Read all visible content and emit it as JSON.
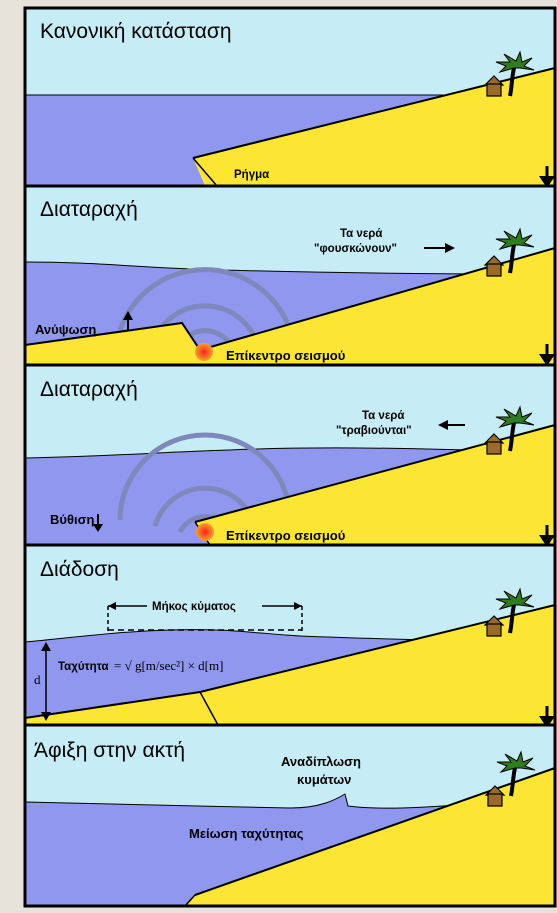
{
  "colors": {
    "sky": "#c6ecf5",
    "sea": "#8f97ef",
    "sand": "#fce533",
    "outline": "#000000",
    "ripple": "#7e88ba",
    "epicenter": "#f57328",
    "page_bg": "#e7e2da"
  },
  "icons": [
    "house-icon",
    "palm-tree-icon",
    "down-arrow-icon",
    "up-arrow-icon",
    "left-arrow-icon",
    "right-arrow-icon"
  ],
  "panels": [
    {
      "title": "Κανονική κατάσταση",
      "fault_label": "Ρήγμα"
    },
    {
      "title": "Διαταραχή",
      "water_label_line1": "Τα νερά",
      "water_label_line2": "\"φουσκώνουν\"",
      "motion_label": "Ανύψωση",
      "epicenter_label": "Επίκεντρο σεισμού"
    },
    {
      "title": "Διαταραχή",
      "water_label_line1": "Τα νερά",
      "water_label_line2": "\"τραβιούνται\"",
      "motion_label": "Βύθιση",
      "epicenter_label": "Επίκεντρο σεισμού"
    },
    {
      "title": "Διάδοση",
      "wavelength_label": "Μήκος κύματος",
      "depth_symbol": "d",
      "speed_label": "Ταχύτητα",
      "formula": "= √ g[m/sec²] × d[m]"
    },
    {
      "title": "Άφιξη στην ακτή",
      "breaking_label_line1": "Αναδίπλωση",
      "breaking_label_line2": "κυμάτων",
      "slowdown_label": "Μείωση ταχύτητας"
    }
  ]
}
